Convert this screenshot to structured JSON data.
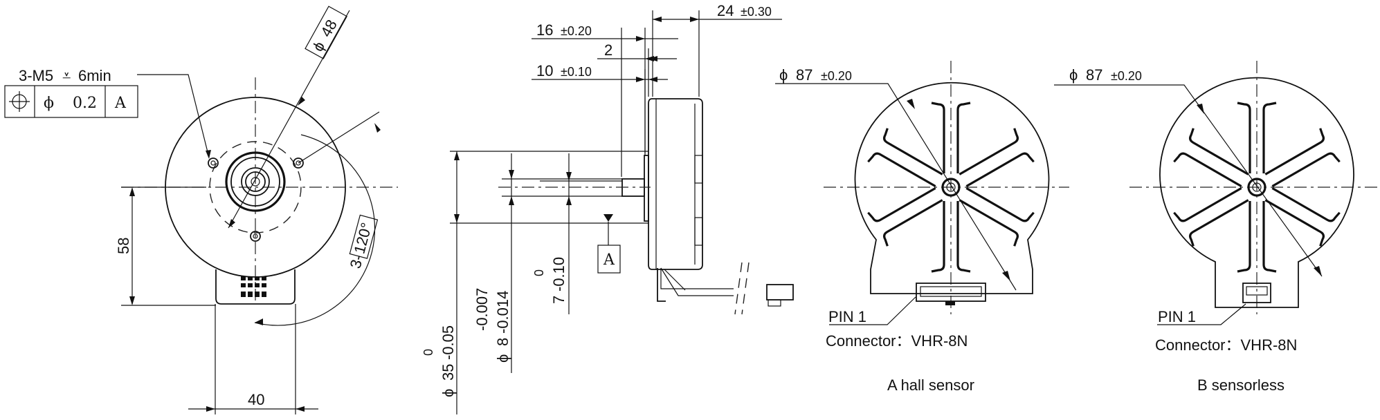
{
  "front_view": {
    "hole_callout": "3-M5",
    "hole_depth": "6min",
    "tolerance_frame": {
      "symbol": "⌖",
      "diameter": "ϕ",
      "value": "0.2",
      "datum": "A"
    },
    "pcd": "48",
    "angle_count": "3-",
    "angle": "120°",
    "height": "58",
    "width": "40"
  },
  "side_view": {
    "dim_24": "24",
    "dim_24_tol": "±0.30",
    "dim_16": "16",
    "dim_16_tol": "±0.20",
    "dim_2": "2",
    "dim_10": "10",
    "dim_10_tol": "±0.10",
    "datum": "A",
    "dia35": "35",
    "dia35_tol_upper": "0",
    "dia35_tol_lower": "-0.05",
    "dia8": "8",
    "dia8_tol_upper": "-0.007",
    "dia8_tol_lower": "-0.014",
    "dim_7": "7",
    "dim_7_tol_upper": "0",
    "dim_7_tol_lower": "-0.10"
  },
  "view_a": {
    "diameter": "87",
    "diameter_tol": "±0.20",
    "pin_label": "PIN 1",
    "connector": "Connector：VHR-8N",
    "caption": "A  hall sensor"
  },
  "view_b": {
    "diameter": "87",
    "diameter_tol": "±0.20",
    "pin_label": "PIN 1",
    "connector": "Connector：VHR-8N",
    "caption": "B  sensorless"
  },
  "symbols": {
    "diameter": "ϕ",
    "depth": "⩡"
  }
}
